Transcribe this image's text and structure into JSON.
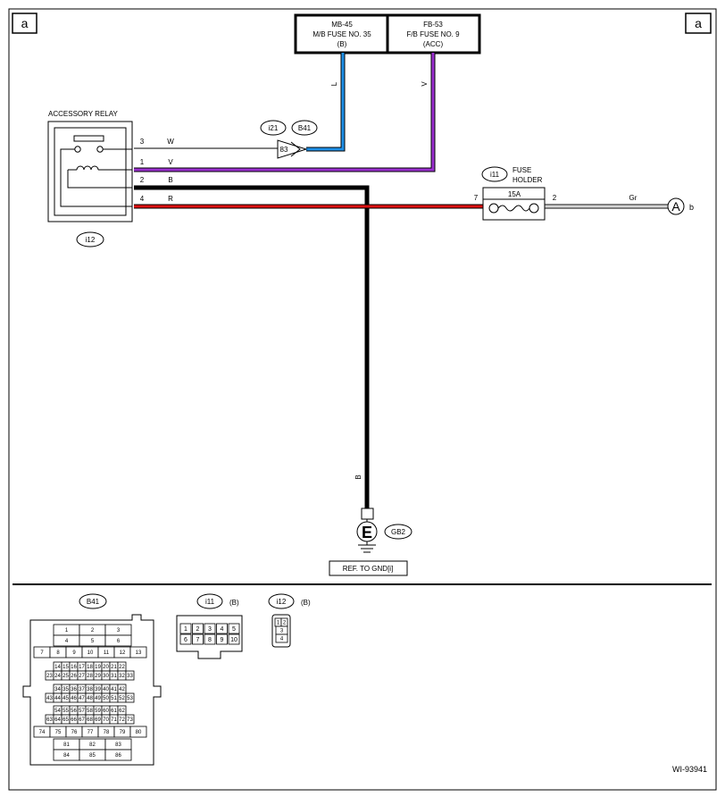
{
  "page_tag": "a",
  "top_fuses": {
    "mb": {
      "code": "MB-45",
      "line1": "M/B FUSE NO. 35",
      "line2": "(B)"
    },
    "fb": {
      "code": "FB-53",
      "line1": "F/B FUSE NO. 9",
      "line2": "(ACC)"
    }
  },
  "wire_colors": {
    "L": "L",
    "V": "V",
    "B": "B",
    "Gr": "Gr"
  },
  "colors": {
    "blue_wire": "#1e90e8",
    "violet_wire": "#9b30d0",
    "black_wire": "#000000",
    "red_wire": "#dd1111",
    "gray_wire": "#999999"
  },
  "relay": {
    "title": "ACCESSORY RELAY",
    "connector": "i12",
    "pins": [
      {
        "num": "3",
        "color": "W"
      },
      {
        "num": "1",
        "color": "V"
      },
      {
        "num": "2",
        "color": "B"
      },
      {
        "num": "4",
        "color": "R"
      }
    ]
  },
  "joint": {
    "connector_a": "i21",
    "connector_b": "B41",
    "pin": "83"
  },
  "fuse_holder": {
    "connector": "i11",
    "label_line1": "FUSE",
    "label_line2": "HOLDER",
    "rating": "15A",
    "pin_in": "7",
    "pin_out": "2"
  },
  "to_a": {
    "letter": "A",
    "suffix": "b"
  },
  "ground": {
    "symbol": "E",
    "code": "GB2",
    "ref": "REF. TO GND[i]"
  },
  "connector_views": {
    "b41": {
      "label": "B41",
      "rows": [
        [
          "1",
          "2",
          "3"
        ],
        [
          "4",
          "5",
          "6"
        ],
        [
          "7",
          "8",
          "9",
          "10",
          "11",
          "12",
          "13"
        ],
        [
          "14",
          "15",
          "16",
          "17",
          "18",
          "19",
          "20",
          "21",
          "22"
        ],
        [
          "23",
          "24",
          "25",
          "26",
          "27",
          "28",
          "29",
          "30",
          "31",
          "32",
          "33"
        ],
        [
          "34",
          "35",
          "36",
          "37",
          "38",
          "39",
          "40",
          "41",
          "42"
        ],
        [
          "43",
          "44",
          "45",
          "46",
          "47",
          "48",
          "49",
          "50",
          "51",
          "52",
          "53"
        ],
        [
          "54",
          "55",
          "56",
          "57",
          "58",
          "59",
          "60",
          "61",
          "62"
        ],
        [
          "63",
          "64",
          "65",
          "66",
          "67",
          "68",
          "69",
          "70",
          "71",
          "72",
          "73"
        ],
        [
          "74",
          "75",
          "76",
          "77",
          "78",
          "79",
          "80"
        ],
        [
          "81",
          "82",
          "83"
        ],
        [
          "84",
          "85",
          "86"
        ]
      ]
    },
    "i11": {
      "label": "i11",
      "color": "(B)",
      "rows": [
        [
          "1",
          "2",
          "3",
          "4",
          "5"
        ],
        [
          "6",
          "7",
          "8",
          "9",
          "10"
        ]
      ]
    },
    "i12": {
      "label": "i12",
      "color": "(B)",
      "rows": [
        [
          "1",
          "2"
        ],
        [
          "3"
        ],
        [
          "4"
        ]
      ]
    }
  },
  "figure_id": "WI-93941"
}
